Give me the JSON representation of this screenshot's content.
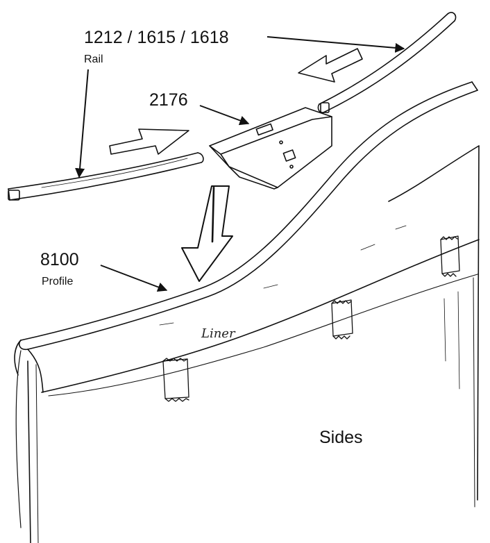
{
  "labels": {
    "rail_numbers": "1212 / 1615 / 1618",
    "rail_name": "Rail",
    "part_2176": "2176",
    "profile_number": "8100",
    "profile_name": "Profile",
    "liner": "Liner",
    "sides": "Sides"
  },
  "colors": {
    "ink": "#111111",
    "paper": "#ffffff"
  }
}
